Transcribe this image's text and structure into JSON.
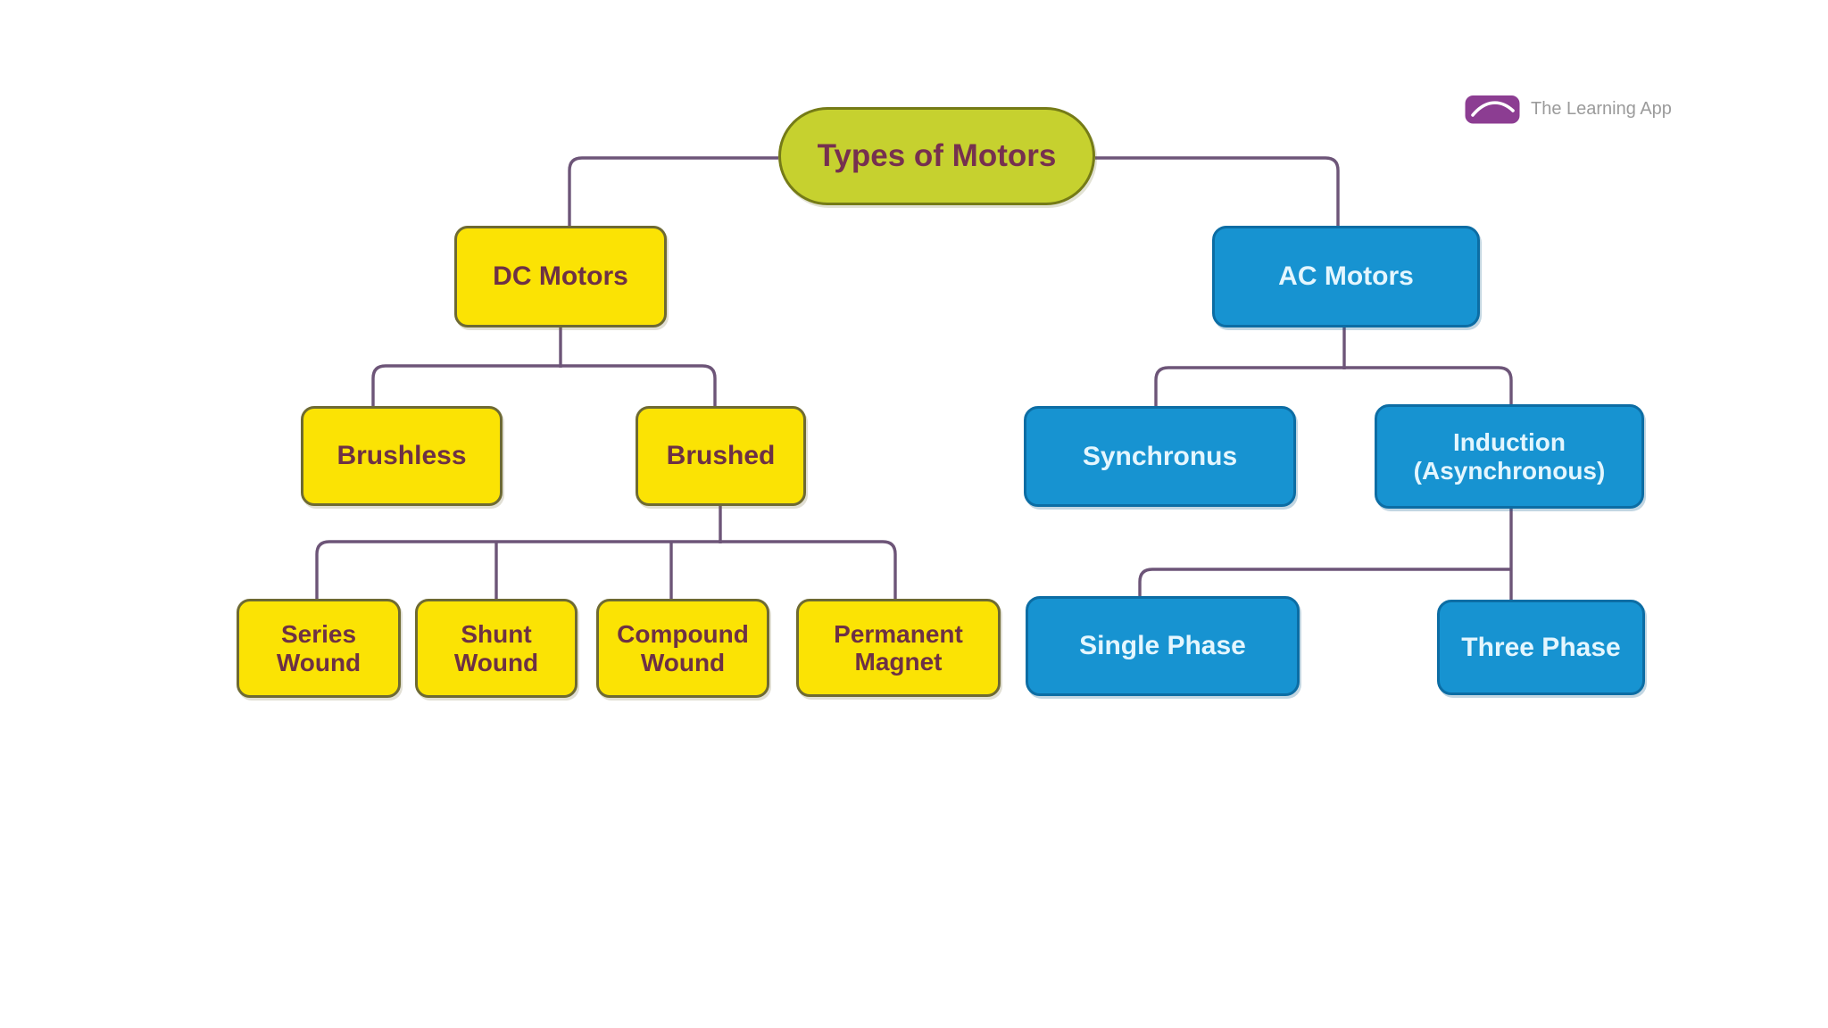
{
  "theme": {
    "connector": "#6d5578",
    "root_fill": "#c6d12f",
    "root_border": "#757b17",
    "root_text": "#76304f",
    "yellow_fill": "#fbe304",
    "yellow_border": "#6e6a33",
    "yellow_text": "#6d3145",
    "blue_fill": "#1793d1",
    "blue_border": "#0c6da4",
    "blue_text": "#e4f6fe",
    "logo_purple": "#8c3d92",
    "logo_text_color": "#9b9b9b"
  },
  "logo": {
    "icon": "byjus-swoosh-icon",
    "text": "The Learning App"
  },
  "diagram": {
    "title": "Types of Motors",
    "nodes": {
      "root": "Types of Motors",
      "dc": "DC Motors",
      "ac": "AC Motors",
      "brushless": "Brushless",
      "brushed": "Brushed",
      "synchronus": "Synchronus",
      "induction": "Induction (Asynchronous)",
      "series": "Series Wound",
      "shunt": "Shunt Wound",
      "compound": "Compound Wound",
      "permanent": "Permanent Magnet",
      "single": "Single Phase",
      "three": "Three Phase"
    },
    "edges": [
      [
        "root",
        "dc"
      ],
      [
        "root",
        "ac"
      ],
      [
        "dc",
        "brushless"
      ],
      [
        "dc",
        "brushed"
      ],
      [
        "ac",
        "synchronus"
      ],
      [
        "ac",
        "induction"
      ],
      [
        "brushed",
        "series"
      ],
      [
        "brushed",
        "shunt"
      ],
      [
        "brushed",
        "compound"
      ],
      [
        "brushed",
        "permanent"
      ],
      [
        "induction",
        "single"
      ],
      [
        "induction",
        "three"
      ]
    ]
  }
}
